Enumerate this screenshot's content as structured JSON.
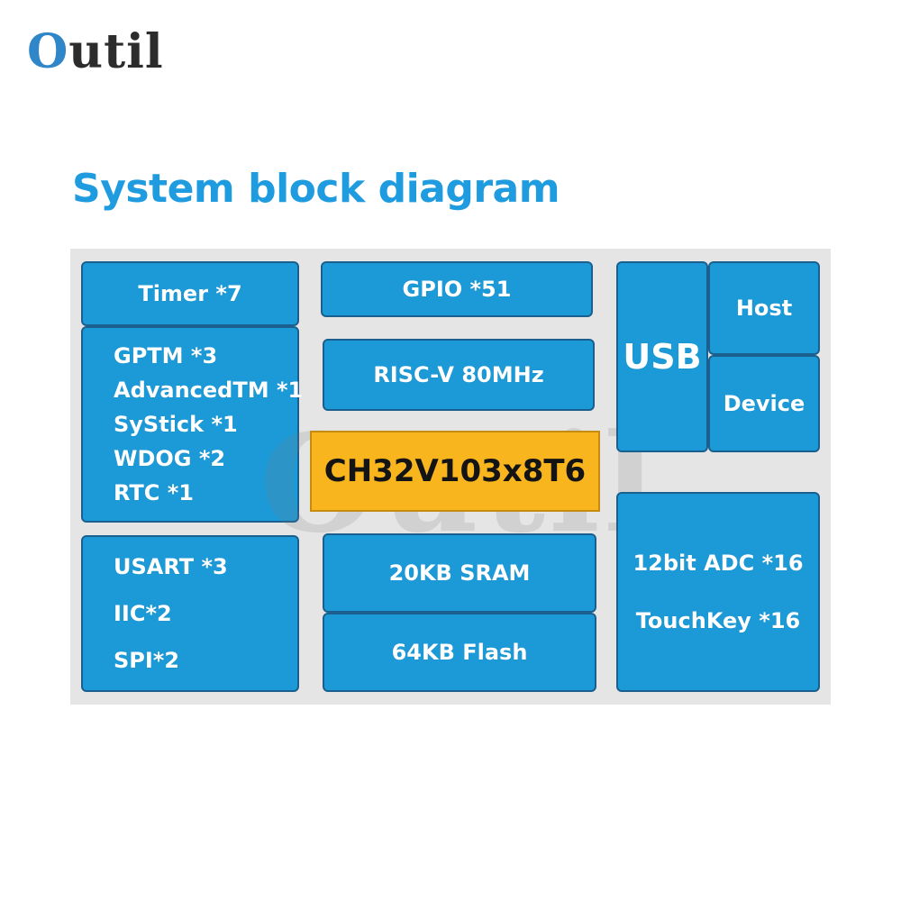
{
  "brand": {
    "logo_o": "O",
    "logo_rest": "util"
  },
  "title": "System block diagram",
  "diagram": {
    "watermark_text": "Outil",
    "timer": {
      "header": "Timer *7",
      "items": [
        "GPTM *3",
        "AdvancedTM *1",
        "SyStick *1",
        "WDOG *2",
        "RTC *1"
      ]
    },
    "comms": {
      "items": [
        "USART *3",
        "IIC*2",
        "SPI*2"
      ]
    },
    "gpio": "GPIO *51",
    "core": "RISC-V 80MHz",
    "chip": "CH32V103x8T6",
    "sram": "20KB SRAM",
    "flash": "64KB Flash",
    "usb": {
      "label": "USB",
      "host": "Host",
      "device": "Device"
    },
    "analog": {
      "items": [
        "12bit ADC *16",
        "TouchKey *16"
      ]
    }
  }
}
